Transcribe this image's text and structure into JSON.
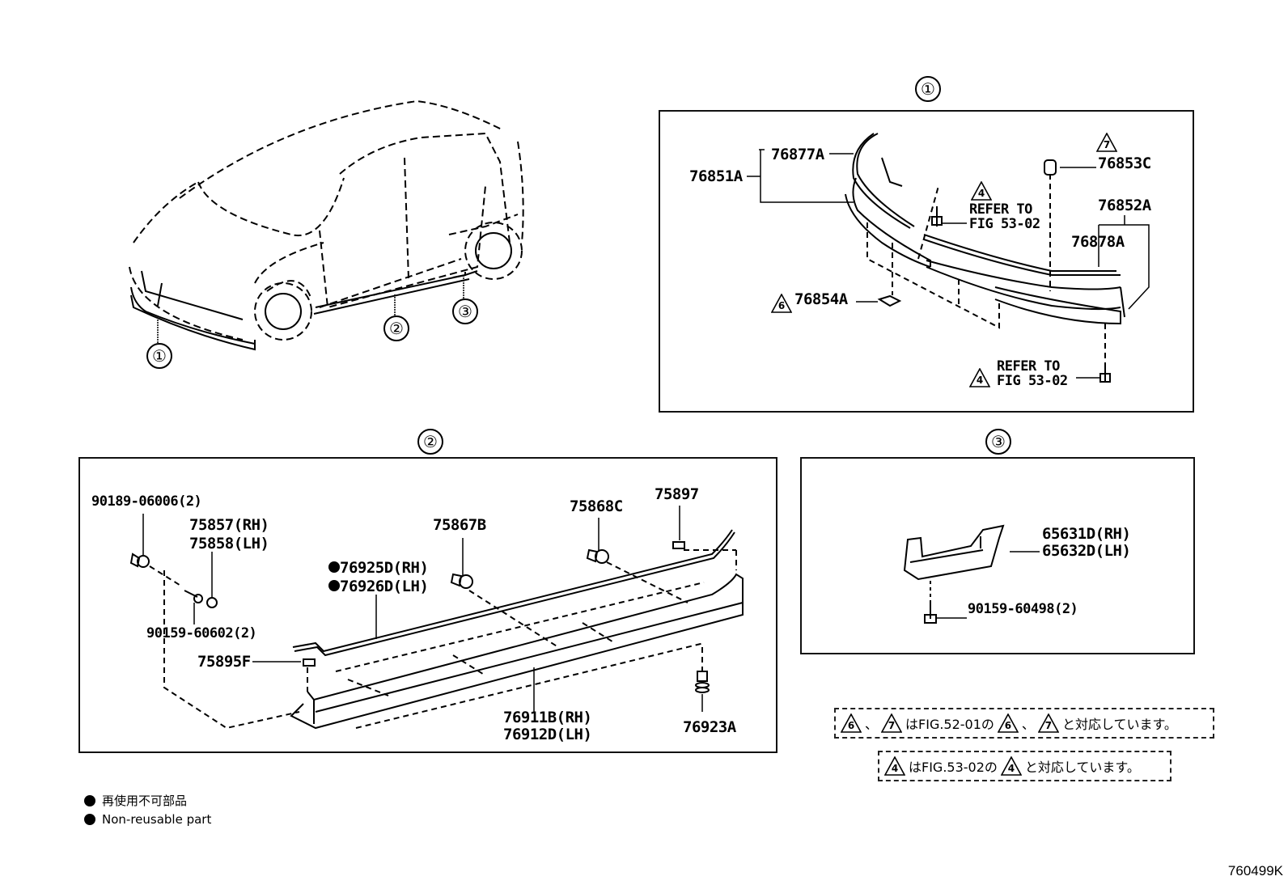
{
  "overview": {
    "callouts": [
      "①",
      "②",
      "③"
    ]
  },
  "panel1": {
    "title": "①",
    "labels": {
      "p76877A": "76877A",
      "p76851A": "76851A",
      "p76853C": "76853C",
      "p76852A": "76852A",
      "p76878A": "76878A",
      "p76854A": "76854A",
      "refer_line1": "REFER TO",
      "refer_line2": "FIG 53-02"
    },
    "triangles": {
      "t4": "4",
      "t6": "6",
      "t7": "7"
    }
  },
  "panel2": {
    "title": "②",
    "labels": {
      "p90189": "90189-06006(2)",
      "p75857": "75857(RH)",
      "p75858": "75858(LH)",
      "p90159_606": "90159-60602(2)",
      "p75895F": "75895F",
      "p76925D": "76925D(RH)",
      "p76926D": "76926D(LH)",
      "p75867B": "75867B",
      "p75868C": "75868C",
      "p75897": "75897",
      "p76911B": "76911B(RH)",
      "p76912D": "76912D(LH)",
      "p76923A": "76923A"
    }
  },
  "panel3": {
    "title": "③",
    "labels": {
      "p65631D": "65631D(RH)",
      "p65632D": "65632D(LH)",
      "p90159_604": "90159-60498(2)"
    }
  },
  "notes": {
    "note1": {
      "sep": "、",
      "text_mid": "はFIG.52-01の",
      "text_end": "と対応しています。"
    },
    "note2": {
      "text_mid": "はFIG.53-02の",
      "text_end": "と対応しています。"
    }
  },
  "legend": {
    "jp": "再使用不可部品",
    "en": "Non-reusable part"
  },
  "figure_code": "760499K"
}
